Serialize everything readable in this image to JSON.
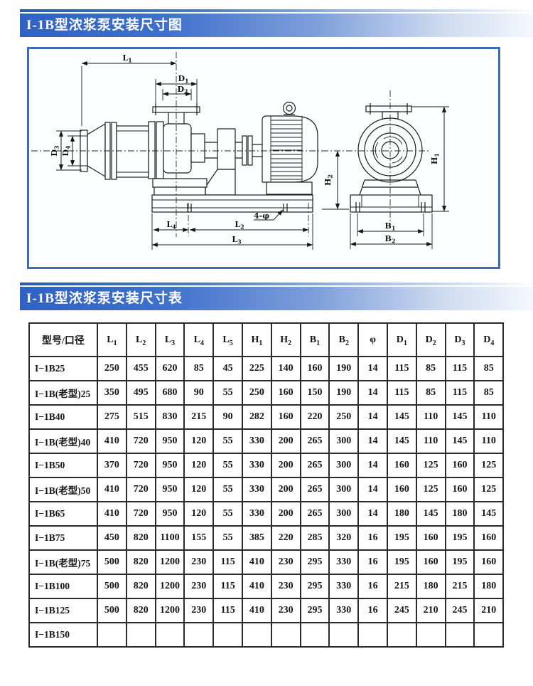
{
  "page": {
    "title_figure": "I-1B型浓浆泵安装尺寸图",
    "title_table": "I-1B型浓浆泵安装尺寸表"
  },
  "colors": {
    "banner_blue": "#2e62c4",
    "figure_border_blue": "#3e6bb4",
    "table_line": "#2b2b2b"
  },
  "drawing": {
    "labels": {
      "L1": "L1",
      "L2": "L2",
      "L3": "L3",
      "L4": "L4",
      "D1": "D1",
      "D2": "D2",
      "D3": "D3",
      "D4": "D4",
      "H1": "H1",
      "H2": "H2",
      "B1": "B1",
      "B2": "B2",
      "bolt_note": "4-φ"
    }
  },
  "table": {
    "columns": [
      "型号/口径",
      "L1",
      "L2",
      "L3",
      "L4",
      "L5",
      "H1",
      "H2",
      "B1",
      "B2",
      "φ",
      "D1",
      "D2",
      "D3",
      "D4"
    ],
    "rows": [
      {
        "model": "I−1B25",
        "values": [
          "250",
          "455",
          "620",
          "85",
          "45",
          "225",
          "140",
          "160",
          "190",
          "14",
          "115",
          "85",
          "115",
          "85"
        ]
      },
      {
        "model": "I−1B(老型)25",
        "values": [
          "350",
          "495",
          "680",
          "90",
          "55",
          "250",
          "160",
          "150",
          "190",
          "14",
          "115",
          "85",
          "115",
          "85"
        ]
      },
      {
        "model": "I−1B40",
        "values": [
          "275",
          "515",
          "830",
          "215",
          "90",
          "282",
          "160",
          "220",
          "250",
          "14",
          "145",
          "110",
          "145",
          "110"
        ]
      },
      {
        "model": "I−1B(老型)40",
        "values": [
          "410",
          "720",
          "950",
          "120",
          "55",
          "330",
          "200",
          "265",
          "300",
          "14",
          "145",
          "110",
          "145",
          "110"
        ]
      },
      {
        "model": "I−1B50",
        "values": [
          "370",
          "720",
          "950",
          "120",
          "55",
          "330",
          "200",
          "265",
          "300",
          "14",
          "160",
          "125",
          "160",
          "125"
        ]
      },
      {
        "model": "I−1B(老型)50",
        "values": [
          "410",
          "720",
          "950",
          "120",
          "55",
          "330",
          "200",
          "265",
          "300",
          "14",
          "160",
          "125",
          "160",
          "125"
        ]
      },
      {
        "model": "I−1B65",
        "values": [
          "410",
          "720",
          "950",
          "120",
          "55",
          "330",
          "200",
          "265",
          "300",
          "14",
          "180",
          "145",
          "180",
          "145"
        ]
      },
      {
        "model": "I−1B75",
        "values": [
          "450",
          "820",
          "1100",
          "155",
          "55",
          "385",
          "220",
          "285",
          "320",
          "16",
          "195",
          "160",
          "195",
          "160"
        ]
      },
      {
        "model": "I−1B(老型)75",
        "values": [
          "500",
          "820",
          "1200",
          "230",
          "115",
          "410",
          "230",
          "295",
          "330",
          "16",
          "195",
          "160",
          "195",
          "160"
        ]
      },
      {
        "model": "I−1B100",
        "values": [
          "500",
          "820",
          "1200",
          "230",
          "115",
          "410",
          "230",
          "295",
          "330",
          "16",
          "215",
          "180",
          "215",
          "180"
        ]
      },
      {
        "model": "I−1B125",
        "values": [
          "500",
          "820",
          "1200",
          "230",
          "115",
          "410",
          "230",
          "295",
          "330",
          "16",
          "245",
          "210",
          "245",
          "210"
        ]
      },
      {
        "model": "I−1B150",
        "values": [
          "",
          "",
          "",
          "",
          "",
          "",
          "",
          "",
          "",
          "",
          "",
          "",
          "",
          ""
        ]
      }
    ]
  }
}
